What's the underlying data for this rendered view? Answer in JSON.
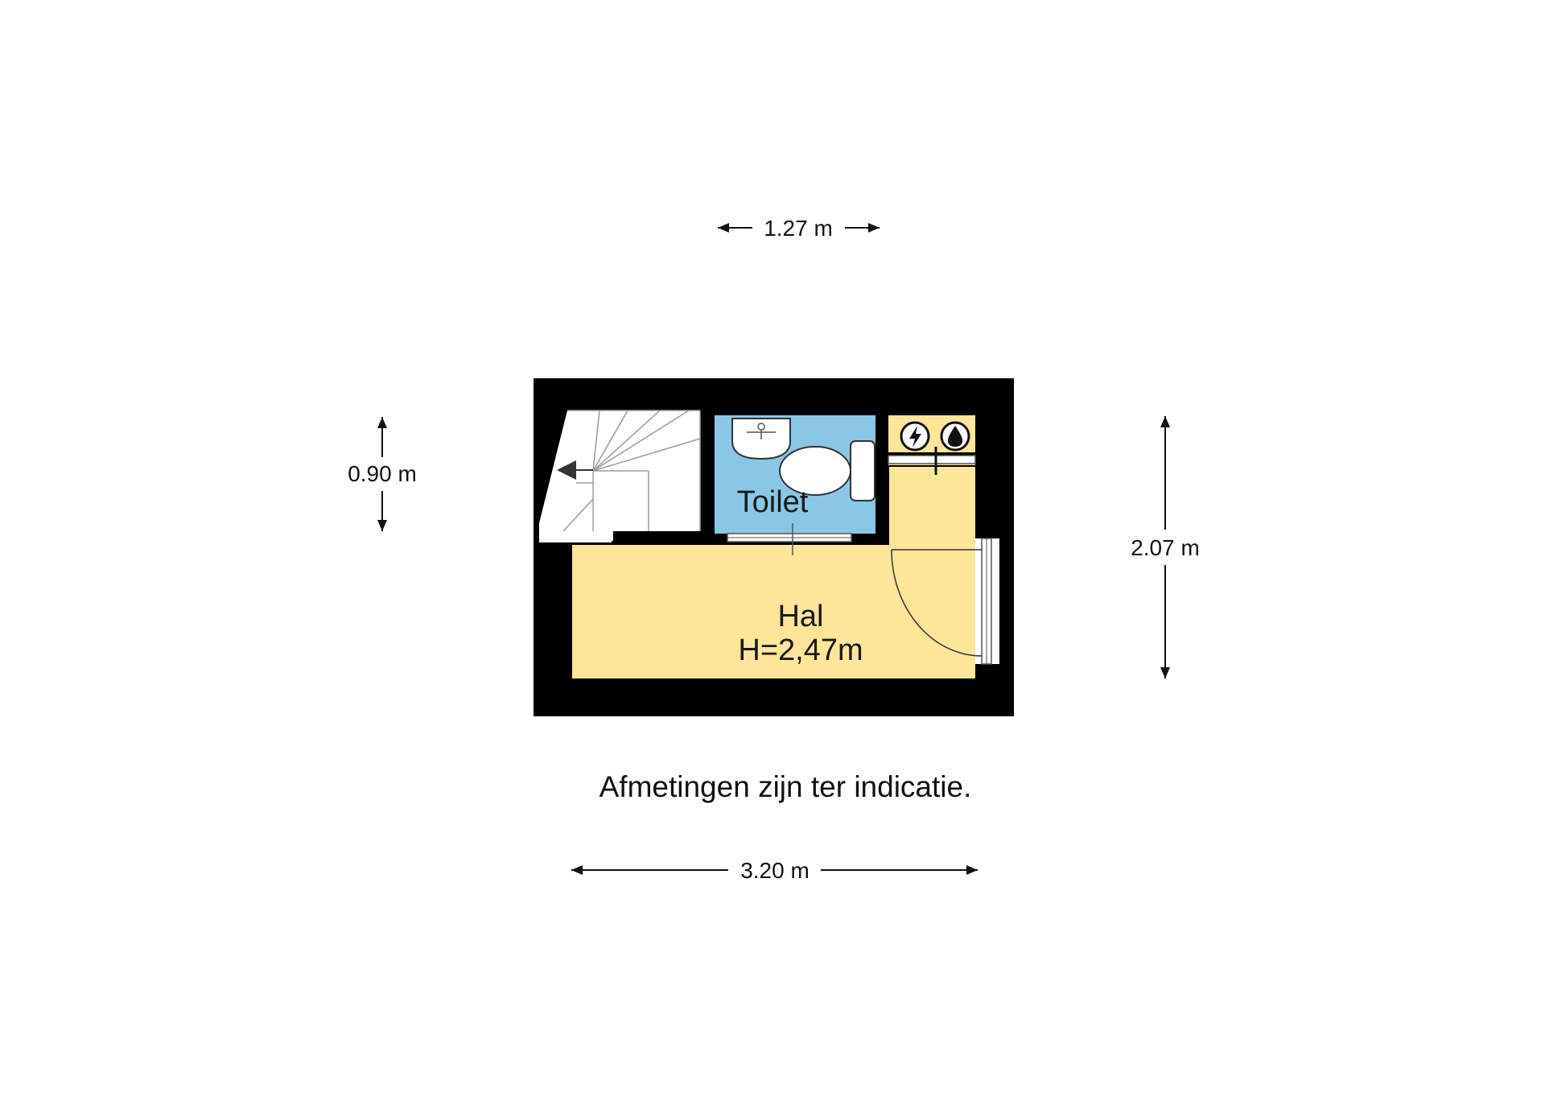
{
  "rooms": {
    "hal": {
      "name": "Hal",
      "height": "H=2,47m",
      "color": "#fde69a"
    },
    "toilet": {
      "name": "Toilet",
      "color": "#8ac6e6"
    }
  },
  "dimensions": {
    "toilet_width": "1.27 m",
    "stair_depth": "0.90 m",
    "total_depth": "2.07 m",
    "total_width": "3.20 m"
  },
  "note": "Afmetingen zijn ter indicatie.",
  "meter_cupboard": {
    "icons": [
      "electricity-icon",
      "water-icon"
    ],
    "color": "#fde69a"
  },
  "colors": {
    "wall": "#000000",
    "stairs": "#ffffff"
  }
}
